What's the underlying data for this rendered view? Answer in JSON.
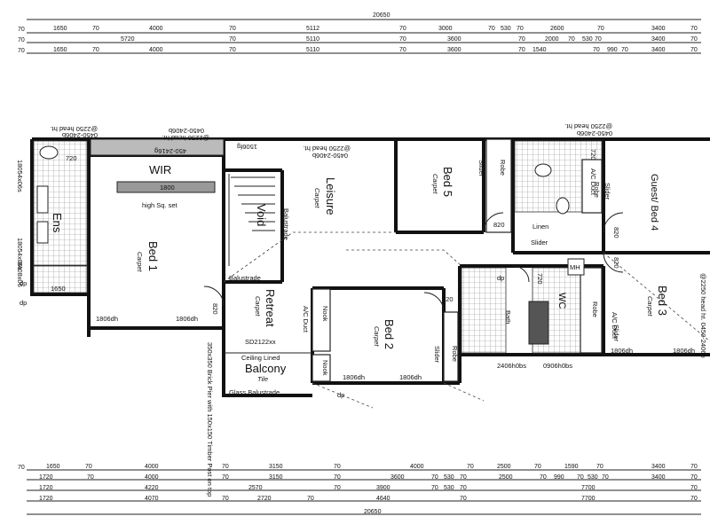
{
  "top_dimensions": {
    "overall": "20650",
    "row1": [
      "70",
      "1650",
      "70",
      "4000",
      "70",
      "5112",
      "70",
      "3000",
      "70",
      "530",
      "70",
      "2600",
      "70",
      "3400",
      "70"
    ],
    "row2": [
      "70",
      "5720",
      "70",
      "5110",
      "70",
      "3600",
      "70",
      "2000",
      "70",
      "530",
      "70",
      "3400",
      "70"
    ],
    "row3": [
      "70",
      "1650",
      "70",
      "4000",
      "70",
      "5110",
      "70",
      "3600",
      "70",
      "1540",
      "70",
      "990",
      "70",
      "3400",
      "70"
    ]
  },
  "bottom_dimensions": {
    "row1": [
      "70",
      "1650",
      "70",
      "4000",
      "70",
      "3150",
      "70",
      "4000",
      "70",
      "2500",
      "70",
      "1590",
      "70",
      "3400",
      "70"
    ],
    "row2": [
      "1720",
      "70",
      "4000",
      "70",
      "3150",
      "70",
      "3600",
      "70",
      "530",
      "70",
      "2500",
      "70",
      "990",
      "70",
      "530",
      "70",
      "3400",
      "70"
    ],
    "row3": [
      "1720",
      "4220",
      "2570",
      "70",
      "3900",
      "70",
      "530",
      "70",
      "7700",
      "70"
    ],
    "row4": [
      "1720",
      "4070",
      "70",
      "2720",
      "70",
      "4640",
      "70",
      "7700",
      "70"
    ],
    "overall": "20650"
  },
  "rooms": {
    "wir": "WIR",
    "ens": "Ens",
    "bed1": "Bed 1",
    "bed1_floor": "Carpet",
    "void": "Void",
    "leisure": "Leisure",
    "leisure_floor": "Carpet",
    "bed5": "Bed 5",
    "bed5_floor": "Carpet",
    "guest_bed4": "Guest/ Bed 4",
    "retreat": "Retreat",
    "retreat_floor": "Carpet",
    "bed2": "Bed 2",
    "bed2_floor": "Carpet",
    "balcony": "Balcony",
    "balcony_floor": "Tile",
    "bed3": "Bed 3",
    "bed3_floor": "Carpet",
    "wc": "WC",
    "linen": "Linen",
    "bath": "Bath"
  },
  "labels": {
    "head_left": "@2250 head ht.",
    "window_left": "0450-2406b",
    "head_mid": "@2250 head ht.",
    "window_mid": "0450-2406b",
    "window_leisure": "1506fg",
    "head_leisure": "@2250 head ht.",
    "window_leisure2": "0450-2406b",
    "head_right": "@2250 head ht.",
    "window_right": "0450-2406b",
    "wir_window": "450-2416g",
    "shelf_width": "1800",
    "high_sq_set": "high Sq. set",
    "balustrade": "Balustrade",
    "balustrade2": "Balustrade",
    "glass_balustrade": "Glass Balustrade",
    "ceiling_lined": "Ceiling Lined",
    "door_sd": "SD2122xx",
    "nook": "Nook",
    "nook2": "Nook",
    "ac_duct": "A/C Duct",
    "ac_duct2": "A/C Duct",
    "ac_duct3": "A/C Duct",
    "robe": "Robe",
    "robe2": "Robe",
    "robe3": "Robe",
    "robe4": "Robe",
    "slider": "Slider",
    "slider2": "Slider",
    "slider3": "Slider",
    "slider4": "Slider",
    "slider5": "Slider",
    "d720": "720",
    "d720b": "720",
    "d720c": "720",
    "d820a": "820",
    "d820b": "820",
    "d820c": "820",
    "d820d": "820",
    "d820e": "820",
    "dh1": "1806dh",
    "dh2": "1806dh",
    "dh3": "1806dh",
    "dh4": "1806dh",
    "dh5": "1806dh",
    "dh6": "1806dh",
    "obs1": "2406h0bs",
    "obs2": "0906h0bs",
    "ens_win1": "18054x06s",
    "ens_win2": "18054x06s",
    "ens_win3": "0408x06",
    "ens_dim": "1650",
    "dp1": "dp",
    "dp2": "dp",
    "dp3": "dp",
    "dp4": "dp",
    "mh": "MH",
    "brick_pier": "350x350 Brick Pier with 150x150 Timber Post on top",
    "bed3_window": "@2250 head ht. 0450-2406b"
  }
}
